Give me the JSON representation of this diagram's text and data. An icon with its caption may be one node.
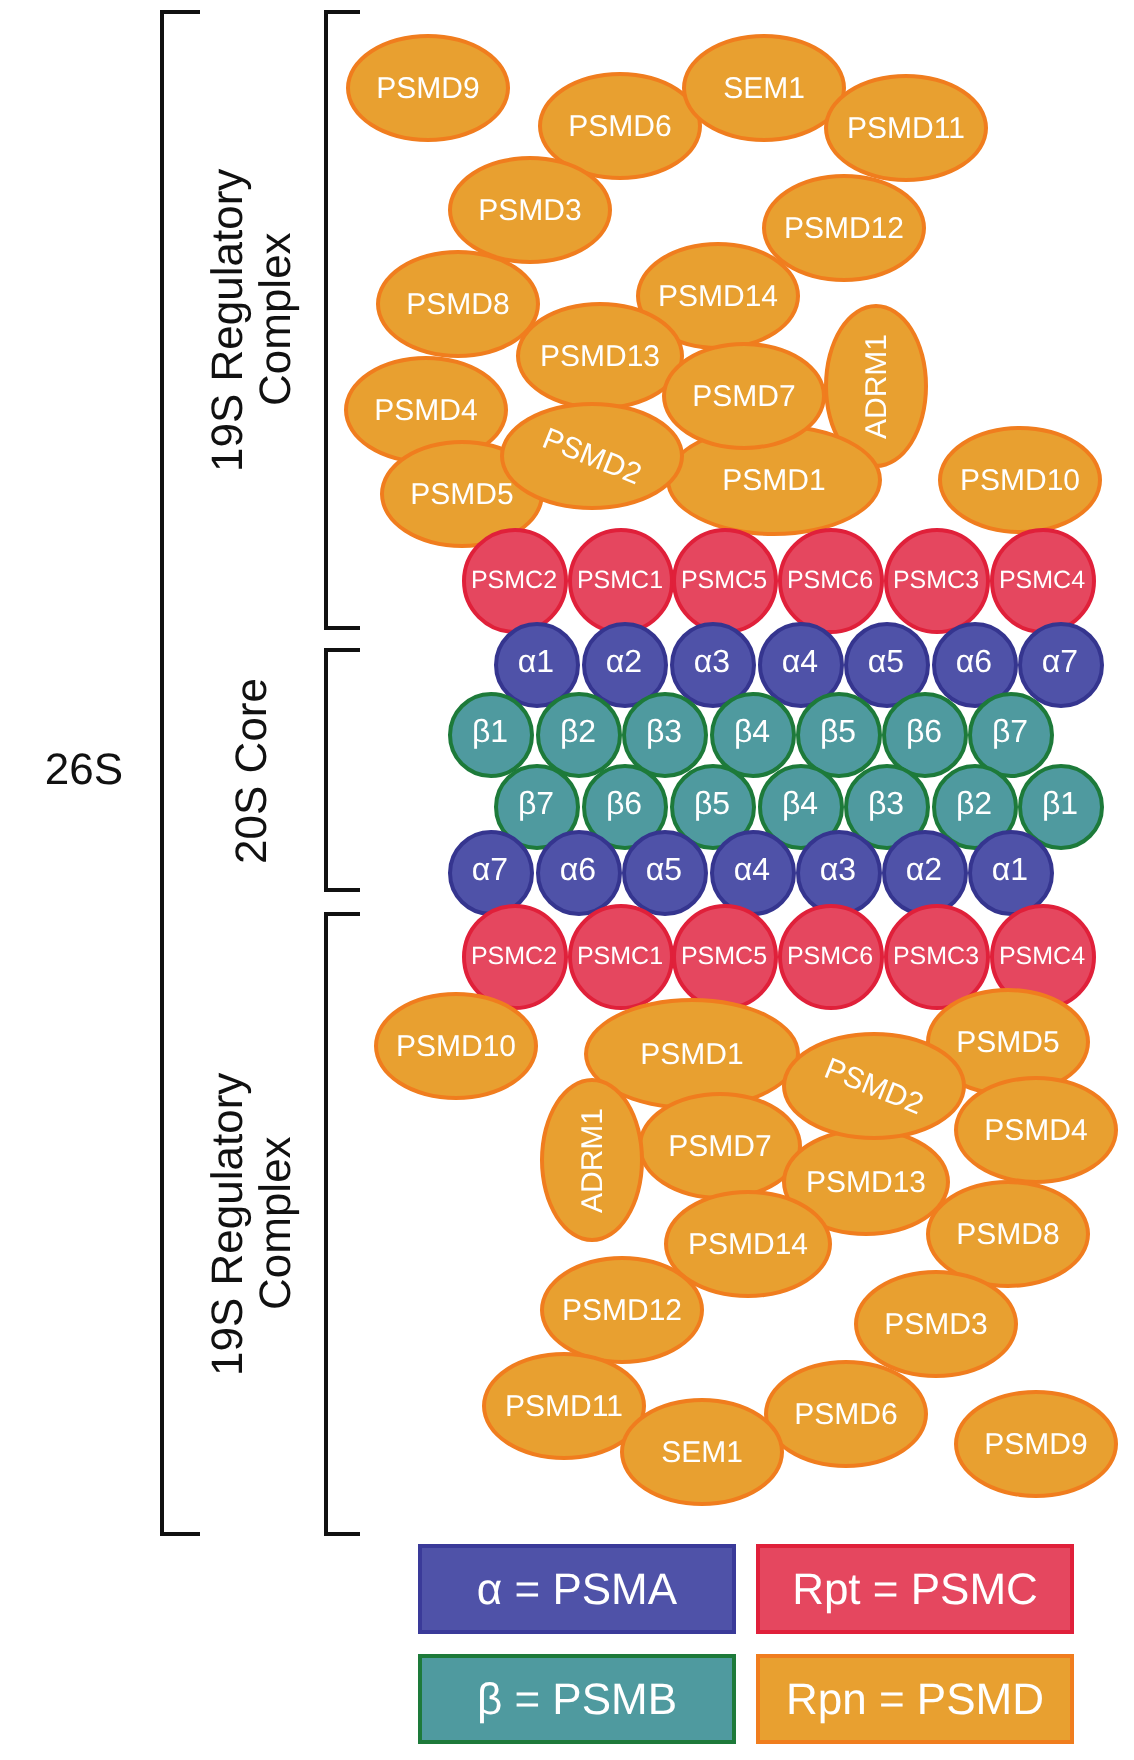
{
  "diagram": {
    "nodes": [
      {
        "text": [
          "PSMD9"
        ]
      },
      {
        "text": [
          "PSMD6"
        ]
      },
      {
        "text": [
          "SEM1"
        ]
      },
      {
        "text": [
          "PSMD11"
        ]
      },
      {
        "text": [
          "PSMD3"
        ]
      },
      {
        "text": [
          "PSMD12"
        ]
      },
      {
        "text": [
          "PSMD8"
        ]
      },
      {
        "text": [
          "PSMD14"
        ]
      },
      {
        "text": [
          "PSMD13"
        ]
      },
      {
        "text": [
          "ADRM1"
        ]
      },
      {
        "text": [
          "PSMD7"
        ]
      },
      {
        "text": [
          "PSMD4"
        ]
      },
      {
        "text": [
          "PSMD2"
        ]
      },
      {
        "text": [
          "PSMD5"
        ]
      },
      {
        "text": [
          "PSMD1"
        ]
      },
      {
        "text": [
          "PSMD10"
        ]
      },
      {
        "text": [
          "PSMC2"
        ]
      },
      {
        "text": [
          "PSMC1"
        ]
      },
      {
        "text": [
          "PSMC5"
        ]
      },
      {
        "text": [
          "PSMC6"
        ]
      },
      {
        "text": [
          "PSMC3"
        ]
      },
      {
        "text": [
          "PSMC4"
        ]
      },
      {
        "text": [
          "α1"
        ]
      },
      {
        "text": [
          "α2"
        ]
      },
      {
        "text": [
          "α3"
        ]
      },
      {
        "text": [
          "α4"
        ]
      },
      {
        "text": [
          "α5"
        ]
      },
      {
        "text": [
          "α6"
        ]
      },
      {
        "text": [
          "α7"
        ]
      },
      {
        "text": [
          "β1"
        ]
      },
      {
        "text": [
          "β2"
        ]
      },
      {
        "text": [
          "β3"
        ]
      },
      {
        "text": [
          "β4"
        ]
      },
      {
        "text": [
          "β5"
        ]
      },
      {
        "text": [
          "β6"
        ]
      },
      {
        "text": [
          "β7"
        ]
      },
      {
        "text": [
          "β7"
        ]
      },
      {
        "text": [
          "β6"
        ]
      },
      {
        "text": [
          "β5"
        ]
      },
      {
        "text": [
          "β4"
        ]
      },
      {
        "text": [
          "β3"
        ]
      },
      {
        "text": [
          "β2"
        ]
      },
      {
        "text": [
          "β1"
        ]
      },
      {
        "text": [
          "α7"
        ]
      },
      {
        "text": [
          "α6"
        ]
      },
      {
        "text": [
          "α5"
        ]
      },
      {
        "text": [
          "α4"
        ]
      },
      {
        "text": [
          "α3"
        ]
      },
      {
        "text": [
          "α2"
        ]
      },
      {
        "text": [
          "α1"
        ]
      },
      {
        "text": [
          "PSMC2"
        ]
      },
      {
        "text": [
          "PSMC1"
        ]
      },
      {
        "text": [
          "PSMC5"
        ]
      },
      {
        "text": [
          "PSMC6"
        ]
      },
      {
        "text": [
          "PSMC3"
        ]
      },
      {
        "text": [
          "PSMC4"
        ]
      },
      {
        "text": [
          "PSMD10"
        ]
      },
      {
        "text": [
          "PSMD5"
        ]
      },
      {
        "text": [
          "PSMD1"
        ]
      },
      {
        "text": [
          "PSMD2"
        ]
      },
      {
        "text": [
          "PSMD4"
        ]
      },
      {
        "text": [
          "PSMD7"
        ]
      },
      {
        "text": [
          "ADRM1"
        ]
      },
      {
        "text": [
          "PSMD13"
        ]
      },
      {
        "text": [
          "PSMD8"
        ]
      },
      {
        "text": [
          "PSMD14"
        ]
      },
      {
        "text": [
          "PSMD12"
        ]
      },
      {
        "text": [
          "PSMD3"
        ]
      },
      {
        "text": [
          "PSMD11"
        ]
      },
      {
        "text": [
          "PSMD6"
        ]
      },
      {
        "text": [
          "PSMD9"
        ]
      },
      {
        "text": [
          "SEM1"
        ]
      }
    ],
    "labels": [
      "26S",
      "19S Regulatory Complex",
      "20S Core",
      "19S Regulatory Complex"
    ],
    "legend": [
      {
        "text": "α = PSMA",
        "color": "#4f52a8"
      },
      {
        "text": "Rpt = PSMC",
        "color": "#e5475f"
      },
      {
        "text": "β = PSMB",
        "color": "#4f9a9f"
      },
      {
        "text": "Rpn = PSMD",
        "color": "#e8a030"
      }
    ]
  }
}
